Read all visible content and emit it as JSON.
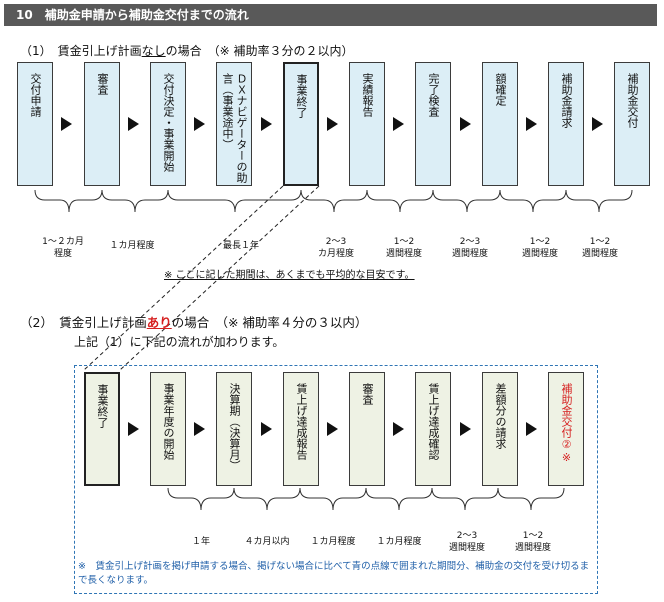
{
  "header": {
    "title": "10　補助金申請から補助金交付までの流れ"
  },
  "section1": {
    "heading_pre": "（1）　賃金引上げ計画",
    "heading_em": "なし",
    "heading_post": "の場合　（※ 補助率３分の２以内）",
    "steps": [
      {
        "label": "交付申請"
      },
      {
        "label": "審査"
      },
      {
        "label": "交付決定・事業開始"
      },
      {
        "label": "ＤＸナビゲーターの助言（事業途中）"
      },
      {
        "label": "事業終了"
      },
      {
        "label": "実績報告"
      },
      {
        "label": "完了検査"
      },
      {
        "label": "額確定"
      },
      {
        "label": "補助金請求"
      },
      {
        "label": "補助金交付"
      }
    ],
    "durations": [
      "1～２カ月\n程度",
      "１カ月程度",
      "最長１年",
      "2～3\nカ月程度",
      "1～2\n週間程度",
      "2～3\n週間程度",
      "1～2\n週間程度",
      "1～2\n週間程度"
    ],
    "note": "※ ここに記した期間は、あくまでも平均的な目安です。"
  },
  "section2": {
    "heading_pre": "（2）　賃金引上げ計画",
    "heading_em": "あり",
    "heading_post": "の場合　（※ 補助率４分の３以内）",
    "subheading": "上記（1）に下記の流れが加わります。",
    "steps": [
      {
        "label": "事業終了"
      },
      {
        "label": "事業年度の開始"
      },
      {
        "label": "決算期（決算月）"
      },
      {
        "label": "賃上げ達成報告"
      },
      {
        "label": "審査"
      },
      {
        "label": "賃上げ達成確認"
      },
      {
        "label": "差額分の請求"
      },
      {
        "label": "補助金交付②※"
      }
    ],
    "durations": [
      "１年",
      "４カ月以内",
      "１カ月程度",
      "１カ月程度",
      "2～3\n週間程度",
      "1～2\n週間程度"
    ],
    "note": "※　賃金引上げ計画を掲げ申請する場合、掲げない場合に比べて青の点線で囲まれた期間分、補助金の交付を受け切るまで長くなります。"
  },
  "colors": {
    "header_bg": "#595959",
    "box_fill": "#dceef6",
    "accent_red": "#d62020",
    "dashed_blue": "#2f75b5"
  }
}
